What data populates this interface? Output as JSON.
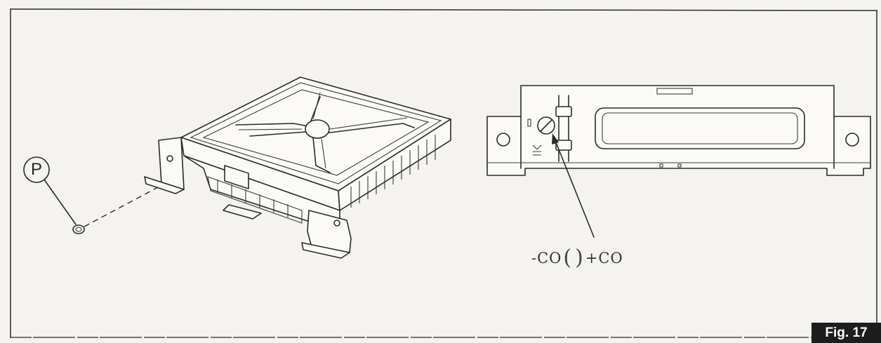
{
  "figure": {
    "label": "Fig. 17"
  },
  "callout": {
    "letter": "P"
  },
  "adjustment": {
    "minus_label": "-CO",
    "plus_label": "+CO",
    "minus_glyph": "(",
    "plus_glyph": ")"
  },
  "icons": {
    "callout": "circle-letter-callout",
    "control_unit": "ecu-control-unit-illustration",
    "end_view": "ecu-end-view-panel",
    "screw": "adjusting-screw-icon",
    "plug": "sealing-plug-icon"
  }
}
